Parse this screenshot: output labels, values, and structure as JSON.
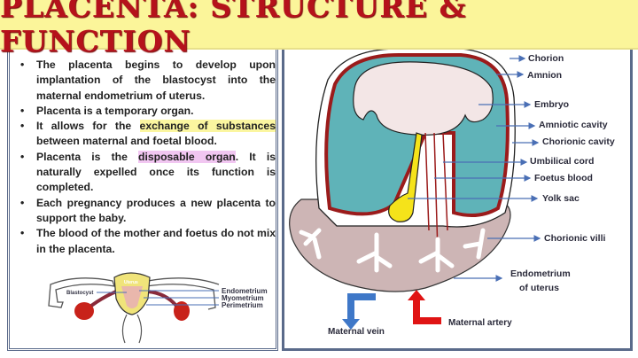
{
  "title": "PLACENTA: STRUCTURE & FUNCTION",
  "bullets": [
    {
      "text": "The placenta begins to develop upon implantation of the blastocyst into the maternal endometrium of uterus."
    },
    {
      "text": "Placenta is a temporary organ."
    },
    {
      "before": "It allows for the ",
      "highlight": "exchange of substances",
      "after": " between maternal and foetal blood.",
      "highlight_color": "#fbf6a0"
    },
    {
      "before": "Placenta is the ",
      "highlight": "disposable organ",
      "after": ". It is naturally expelled once its function is completed.",
      "highlight_color": "#f1c6f1"
    },
    {
      "text": "Each pregnancy produces a new placenta to support the baby."
    },
    {
      "text": "The blood of the mother and foetus do not mix in the placenta."
    }
  ],
  "uterus_diagram": {
    "labels": {
      "blastocyst": "Blastocyst",
      "uterus": "Uterus",
      "endometrium": "Endometrium",
      "myometrium": "Myometrium",
      "perimetrium": "Perimetrium"
    }
  },
  "placenta_diagram": {
    "labels": {
      "chorion": "Chorion",
      "amnion": "Amnion",
      "embryo": "Embryo",
      "amniotic_cavity": "Amniotic cavity",
      "chorionic_cavity": "Chorionic cavity",
      "umbilical_cord": "Umbilical cord",
      "foetus_blood": "Foetus blood",
      "yolk_sac": "Yolk sac",
      "chorionic_villi": "Chorionic villi",
      "endometrium_1": "Endometrium",
      "endometrium_2": "of uterus",
      "maternal_vein": "Maternal vein",
      "maternal_artery": "Maternal artery"
    },
    "colors": {
      "amniotic_fluid": "#5fb3b8",
      "embryo": "#f3e6e6",
      "yolk_sac": "#f5e31a",
      "endometrium": "#cdb5b5",
      "blood_vessel": "#9b1b1b",
      "label_arrow": "#4a6fb5",
      "vein_arrow": "#3f78c8",
      "artery_arrow": "#e01414"
    }
  }
}
